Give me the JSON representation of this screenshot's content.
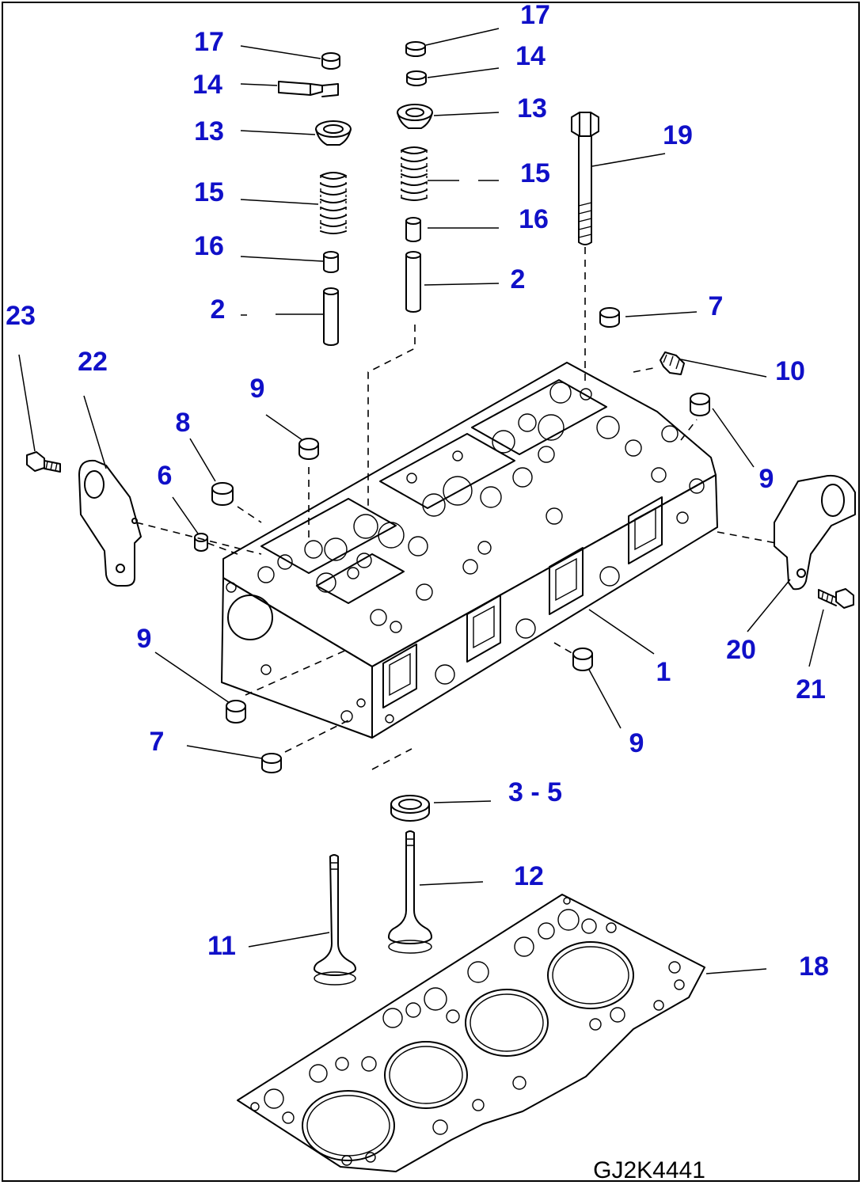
{
  "diagram": {
    "reference_code": "GJ2K4441",
    "callouts": [
      {
        "id": "c-17a",
        "label": "17"
      },
      {
        "id": "c-14a",
        "label": "14"
      },
      {
        "id": "c-13a",
        "label": "13"
      },
      {
        "id": "c-15a",
        "label": "15"
      },
      {
        "id": "c-16a",
        "label": "16"
      },
      {
        "id": "c-2a",
        "label": "2"
      },
      {
        "id": "c-17b",
        "label": "17"
      },
      {
        "id": "c-14b",
        "label": "14"
      },
      {
        "id": "c-13b",
        "label": "13"
      },
      {
        "id": "c-15b",
        "label": "15"
      },
      {
        "id": "c-16b",
        "label": "16"
      },
      {
        "id": "c-2b",
        "label": "2"
      },
      {
        "id": "c-19",
        "label": "19"
      },
      {
        "id": "c-7a",
        "label": "7"
      },
      {
        "id": "c-10",
        "label": "10"
      },
      {
        "id": "c-9a",
        "label": "9"
      },
      {
        "id": "c-23",
        "label": "23"
      },
      {
        "id": "c-22",
        "label": "22"
      },
      {
        "id": "c-9b",
        "label": "9"
      },
      {
        "id": "c-8",
        "label": "8"
      },
      {
        "id": "c-6",
        "label": "6"
      },
      {
        "id": "c-9c",
        "label": "9"
      },
      {
        "id": "c-7b",
        "label": "7"
      },
      {
        "id": "c-1",
        "label": "1"
      },
      {
        "id": "c-20",
        "label": "20"
      },
      {
        "id": "c-21",
        "label": "21"
      },
      {
        "id": "c-9d",
        "label": "9"
      },
      {
        "id": "c-3-5",
        "label": "3 - 5"
      },
      {
        "id": "c-12",
        "label": "12"
      },
      {
        "id": "c-11",
        "label": "11"
      },
      {
        "id": "c-18",
        "label": "18"
      }
    ]
  }
}
